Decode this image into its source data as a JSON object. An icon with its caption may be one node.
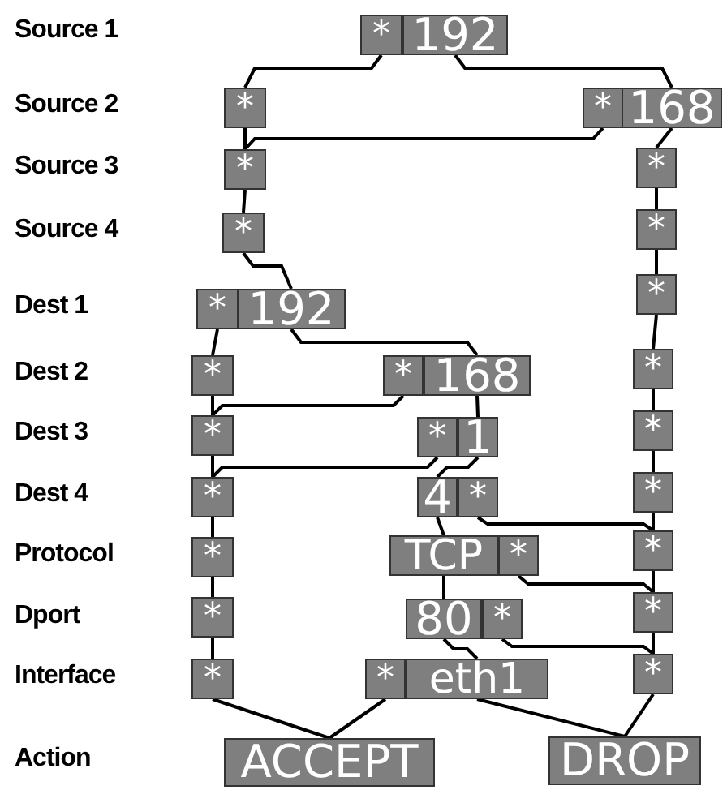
{
  "diagram": {
    "nodes": [
      {
        "text": [
          "*"
        ]
      },
      {
        "text": [
          "192"
        ]
      },
      {
        "text": [
          "*"
        ]
      },
      {
        "text": [
          "*"
        ]
      },
      {
        "text": [
          "168"
        ]
      },
      {
        "text": [
          "*"
        ]
      },
      {
        "text": [
          "*"
        ]
      },
      {
        "text": [
          "*"
        ]
      },
      {
        "text": [
          "*"
        ]
      },
      {
        "text": [
          "*"
        ]
      },
      {
        "text": [
          "192"
        ]
      },
      {
        "text": [
          "*"
        ]
      },
      {
        "text": [
          "*"
        ]
      },
      {
        "text": [
          "*"
        ]
      },
      {
        "text": [
          "168"
        ]
      },
      {
        "text": [
          "*"
        ]
      },
      {
        "text": [
          "*"
        ]
      },
      {
        "text": [
          "*"
        ]
      },
      {
        "text": [
          "1"
        ]
      },
      {
        "text": [
          "*"
        ]
      },
      {
        "text": [
          "*"
        ]
      },
      {
        "text": [
          "4"
        ]
      },
      {
        "text": [
          "*"
        ]
      },
      {
        "text": [
          "*"
        ]
      },
      {
        "text": [
          "*"
        ]
      },
      {
        "text": [
          "TCP"
        ]
      },
      {
        "text": [
          "*"
        ]
      },
      {
        "text": [
          "*"
        ]
      },
      {
        "text": [
          "*"
        ]
      },
      {
        "text": [
          "80"
        ]
      },
      {
        "text": [
          "*"
        ]
      },
      {
        "text": [
          "*"
        ]
      },
      {
        "text": [
          "*"
        ]
      },
      {
        "text": [
          "*"
        ]
      },
      {
        "text": [
          "eth1"
        ]
      },
      {
        "text": [
          "*"
        ]
      },
      {
        "text": [
          "ACCEPT"
        ]
      },
      {
        "text": [
          "DROP"
        ]
      }
    ],
    "edges": [
      {
        "from": 0,
        "to": 2,
        "arrow": "none"
      },
      {
        "from": 1,
        "to": 4,
        "arrow": "none"
      },
      {
        "from": 2,
        "to": 5,
        "arrow": "none"
      },
      {
        "from": 3,
        "to": 5,
        "arrow": "none"
      },
      {
        "from": 4,
        "to": 6,
        "arrow": "none"
      },
      {
        "from": 5,
        "to": 7,
        "arrow": "none"
      },
      {
        "from": 6,
        "to": 8,
        "arrow": "none"
      },
      {
        "from": 7,
        "to": 10,
        "arrow": "none"
      },
      {
        "from": 8,
        "to": 11,
        "arrow": "none"
      },
      {
        "from": 9,
        "to": 12,
        "arrow": "none"
      },
      {
        "from": 10,
        "to": 14,
        "arrow": "none"
      },
      {
        "from": 11,
        "to": 15,
        "arrow": "none"
      },
      {
        "from": 12,
        "to": 16,
        "arrow": "none"
      },
      {
        "from": 13,
        "to": 16,
        "arrow": "none"
      },
      {
        "from": 14,
        "to": 18,
        "arrow": "none"
      },
      {
        "from": 15,
        "to": 19,
        "arrow": "none"
      },
      {
        "from": 16,
        "to": 20,
        "arrow": "none"
      },
      {
        "from": 17,
        "to": 20,
        "arrow": "none"
      },
      {
        "from": 18,
        "to": 21,
        "arrow": "none"
      },
      {
        "from": 19,
        "to": 23,
        "arrow": "none"
      },
      {
        "from": 20,
        "to": 24,
        "arrow": "none"
      },
      {
        "from": 21,
        "to": 25,
        "arrow": "none"
      },
      {
        "from": 22,
        "to": 27,
        "arrow": "none"
      },
      {
        "from": 23,
        "to": 27,
        "arrow": "none"
      },
      {
        "from": 24,
        "to": 28,
        "arrow": "none"
      },
      {
        "from": 25,
        "to": 29,
        "arrow": "none"
      },
      {
        "from": 26,
        "to": 31,
        "arrow": "none"
      },
      {
        "from": 27,
        "to": 31,
        "arrow": "none"
      },
      {
        "from": 28,
        "to": 32,
        "arrow": "none"
      },
      {
        "from": 29,
        "to": 34,
        "arrow": "none"
      },
      {
        "from": 30,
        "to": 35,
        "arrow": "none"
      },
      {
        "from": 31,
        "to": 35,
        "arrow": "none"
      },
      {
        "from": 32,
        "to": 36,
        "arrow": "none"
      },
      {
        "from": 33,
        "to": 36,
        "arrow": "none"
      },
      {
        "from": 34,
        "to": 37,
        "arrow": "none"
      },
      {
        "from": 35,
        "to": 37,
        "arrow": "none"
      }
    ],
    "labels": [
      "Source 1",
      "Source 2",
      "Source 3",
      "Source 4",
      "Dest 1",
      "Dest 2",
      "Dest 3",
      "Dest 4",
      "Protocol",
      "Dport",
      "Interface",
      "Action"
    ]
  }
}
